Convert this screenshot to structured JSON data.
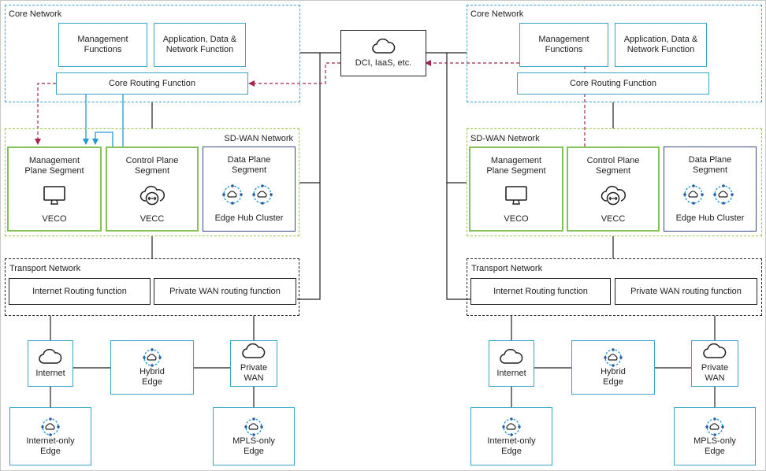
{
  "left": {
    "core": {
      "label": "Core Network",
      "mgmt": "Management Functions",
      "app": "Application, Data & Network Function",
      "routing": "Core Routing Function"
    },
    "sdwan": {
      "label": "SD-WAN Network",
      "mgmt_seg": "Management Plane Segment",
      "mgmt_node": "VECO",
      "ctrl_seg": "Control Plane Segment",
      "ctrl_node": "VECC",
      "data_seg": "Data Plane Segment",
      "data_node": "Edge Hub Cluster"
    },
    "transport": {
      "label": "Transport Network",
      "internet_rf": "Internet Routing function",
      "private_rf": "Private WAN routing function"
    },
    "access": {
      "internet": "Internet",
      "hybrid": "Hybrid Edge",
      "private_wan": "Private WAN",
      "internet_only": "Internet-only Edge",
      "mpls_only": "MPLS-only Edge"
    }
  },
  "right": {
    "core": {
      "label": "Core Network",
      "mgmt": "Management Functions",
      "app": "Application, Data & Network Function",
      "routing": "Core Routing Function"
    },
    "sdwan": {
      "label": "SD-WAN Network",
      "mgmt_seg": "Management Plane Segment",
      "mgmt_node": "VECO",
      "ctrl_seg": "Control Plane Segment",
      "ctrl_node": "VECC",
      "data_seg": "Data Plane Segment",
      "data_node": "Edge Hub Cluster"
    },
    "transport": {
      "label": "Transport Network",
      "internet_rf": "Internet Routing function",
      "private_rf": "Private WAN routing function"
    },
    "access": {
      "internet": "Internet",
      "hybrid": "Hybrid Edge",
      "private_wan": "Private WAN",
      "internet_only": "Internet-only Edge",
      "mpls_only": "MPLS-only Edge"
    }
  },
  "center": {
    "dci": "DCI, IaaS, etc."
  },
  "icons": [
    "cloud-icon",
    "monitor-icon",
    "controller-cloud-icon",
    "edge-hub-icon"
  ],
  "colors": {
    "core_border": "#3aa5d8",
    "sdwan_border": "#9bc94f",
    "segment_border": "#86c25a",
    "data_border": "#3b4a8a",
    "node_border": "#3aa5c8",
    "mgmt_link": "#a3264b",
    "control_link": "#1f9bd1",
    "line": "#222222"
  }
}
